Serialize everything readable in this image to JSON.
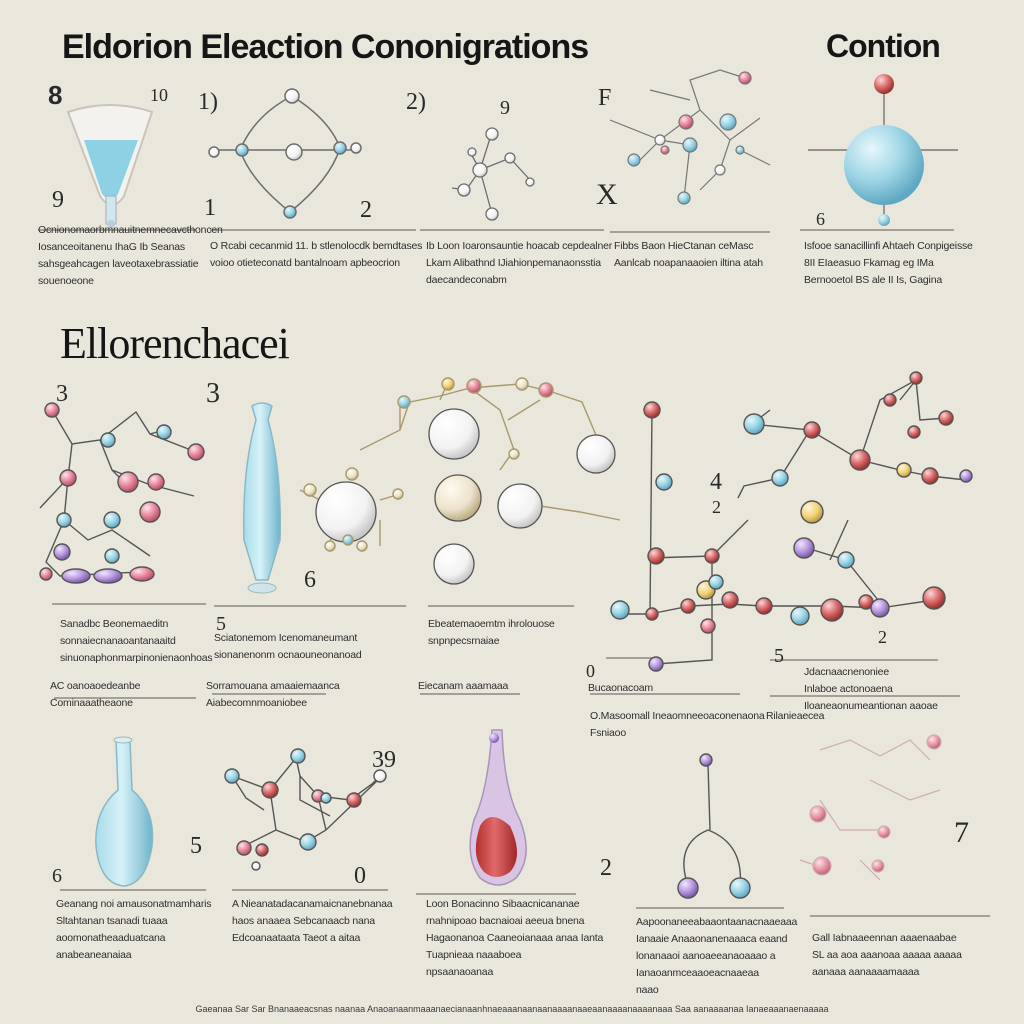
{
  "titles": {
    "main": "Eldorion Eleaction Cononigrations",
    "corner": "Contion",
    "section": "Ellorenchacei"
  },
  "numbers": [
    {
      "id": "n1",
      "text": "8"
    },
    {
      "id": "n2",
      "text": "10"
    },
    {
      "id": "n3",
      "text": "1)"
    },
    {
      "id": "n4",
      "text": "2)"
    },
    {
      "id": "n5",
      "text": "9"
    },
    {
      "id": "n6",
      "text": "F"
    },
    {
      "id": "n7",
      "text": "9"
    },
    {
      "id": "n8",
      "text": "1"
    },
    {
      "id": "n9",
      "text": "2"
    },
    {
      "id": "n10",
      "text": "X"
    },
    {
      "id": "n11",
      "text": "6"
    },
    {
      "id": "n12",
      "text": "3"
    },
    {
      "id": "n13",
      "text": "3"
    },
    {
      "id": "n14",
      "text": "6"
    },
    {
      "id": "n15",
      "text": "4"
    },
    {
      "id": "n16",
      "text": "2"
    },
    {
      "id": "n17",
      "text": "5"
    },
    {
      "id": "n18",
      "text": "0"
    },
    {
      "id": "n19",
      "text": "5"
    },
    {
      "id": "n20",
      "text": "2"
    },
    {
      "id": "n21",
      "text": "6"
    },
    {
      "id": "n22",
      "text": "5"
    },
    {
      "id": "n23",
      "text": "39"
    },
    {
      "id": "n24",
      "text": "0"
    },
    {
      "id": "n25",
      "text": "2"
    },
    {
      "id": "n26",
      "text": "7"
    }
  ],
  "captions": [
    {
      "id": "c1",
      "lines": [
        "Ocnionomaorbmnauitnemnecavcthoncen",
        "Iosanceoitanenu IhaG Ib Seanas",
        "sahsgeahcagen laveotaxebrassiatie",
        "souenoeone"
      ]
    },
    {
      "id": "c2",
      "lines": [
        "O Rcabi cecanmid 11. b stlenolocdk bemdtases",
        "voioo otieteconatd bantalnoam apbeocrion"
      ]
    },
    {
      "id": "c3",
      "lines": [
        "Ib Loon  Ioaronsauntie  hoacab cepdealner",
        "Lkam Alibathnd IJiahionpemanaonsstia",
        "daecandeconabm"
      ]
    },
    {
      "id": "c4",
      "lines": [
        "Fibbs Baon HieCtanan ceMasc",
        "Aanlcab noapanaaoien iltina atah"
      ]
    },
    {
      "id": "c5",
      "lines": [
        "Isfooe sanacillinfi Ahtaeh Conpigeisse",
        "8II EIaeasuo Fkamag eg IMa",
        "Bernooetol BS ale II Is, Gagina"
      ]
    },
    {
      "id": "c6",
      "lines": [
        "Sanadbc Beonemaeditn",
        "sonnaiecnanaoantanaaitd",
        "sinuonaphonmarpinonienaonhoas"
      ]
    },
    {
      "id": "c7",
      "lines": [
        "Sciatonemom Icenomaneumant",
        "sionanenonm ocnaouneonanoad"
      ]
    },
    {
      "id": "c8",
      "lines": [
        "Ebeatemaoemtm ihrolouose",
        "snpnpecsrnaiae"
      ]
    },
    {
      "id": "c9",
      "lines": [
        "Jdacnaacnenoniee",
        "Inlaboe actonoaena",
        "Iloaneaonumeantionan aaoae"
      ]
    },
    {
      "id": "c10",
      "lines": [
        "AC oanoaoedeanbe",
        "Cominaaatheaone"
      ]
    },
    {
      "id": "c11",
      "lines": [
        "Sorramouana amaaiemaanca",
        "Aiabecomnmoaniobee"
      ]
    },
    {
      "id": "c12",
      "lines": [
        "Eiecanam  aaamaaa"
      ]
    },
    {
      "id": "c13",
      "lines": [
        "Bucaonacoam"
      ]
    },
    {
      "id": "c14",
      "lines": [
        "O.Masoomall Ineaomneeoaconenaona",
        "Fsniaoo"
      ]
    },
    {
      "id": "c15",
      "lines": [
        "Rilanieaecea"
      ]
    },
    {
      "id": "c16",
      "lines": [
        "Geanang noi amausonatmamharis",
        "Sltahtanan tsanadi tuaaa",
        "aoomonatheaaduatcana",
        "anabeaneanaiaa"
      ]
    },
    {
      "id": "c17",
      "lines": [
        "A Nieanatadacanamaicnanebnanaa",
        "haos anaaea Sebcanaacb nana",
        "Edcoanaataata Taeot a aitaa"
      ]
    },
    {
      "id": "c18",
      "lines": [
        "Loon Bonacinno Sibaacnicananae",
        "rnahnipoao bacnaioai aeeua  bnena",
        "Hagaonanoa Caaneoianaaa anaa Ianta",
        "Tuapnieaa naaaboea",
        "npsaanaoanaa"
      ]
    },
    {
      "id": "c19",
      "lines": [
        "Aapoonaneeabaaontaanacnaaeaaa",
        "Ianaaie Anaaonanenaaaca eaand",
        "lonanaaoi aanoaeeanaoaaao a",
        "Ianaoanmceaaoeacnaaeaa",
        "naao"
      ]
    },
    {
      "id": "c20",
      "lines": [
        "Gall Iabnaaeennan aaaenaabae",
        "SL aa aoa aaanoaa aaaaa aaaaa",
        "aanaaa aanaaaamaaaa"
      ]
    }
  ],
  "footer": "Gaeanaa Sar Sar Bnanaaeacsnas naanaa Anaoanaanmaaanaecianaanhnaeaaanaanaanaaaanaaeaanaaaanaaaanaaa Saa aanaaaanaa Ianaeaaanaenaaaaa"
}
